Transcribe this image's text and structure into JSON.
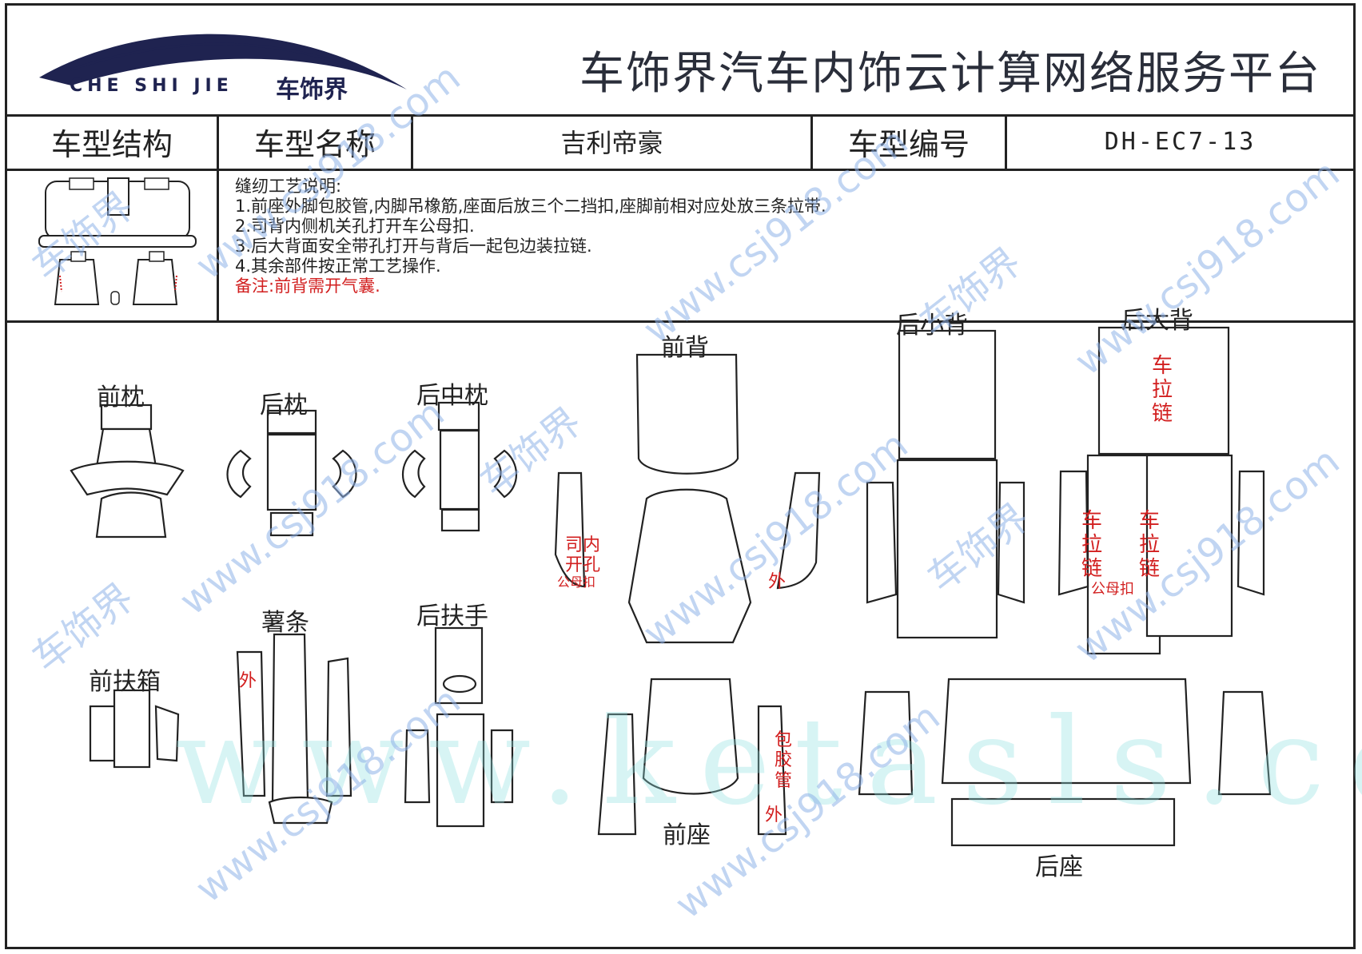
{
  "header": {
    "logo_en": "CHE SHI JIE",
    "logo_cn": "车饰界",
    "platform_title": "车饰界汽车内饰云计算网络服务平台"
  },
  "info": {
    "structure_label": "车型结构",
    "name_label": "车型名称",
    "name_value": "吉利帝豪",
    "code_label": "车型编号",
    "code_value": "DH-EC7-13"
  },
  "notes": {
    "title": "缝纫工艺说明:",
    "lines": [
      "1.前座外脚包胶管,内脚吊橡筋,座面后放三个二挡扣,座脚前相对应处放三条拉带.",
      "2.司背内侧机关孔打开车公母扣.",
      "3.后大背面安全带孔打开与背后一起包边装拉链.",
      "4.其余部件按正常工艺操作."
    ],
    "remark": "备注:前背需开气囊."
  },
  "pieces": {
    "front_headrest": "前枕",
    "rear_headrest": "后枕",
    "rear_middle_headrest": "后中枕",
    "front_back": "前背",
    "rear_small_back": "后小背",
    "rear_large_back": "后大背",
    "front_armbox": "前扶箱",
    "strip": "薯条",
    "rear_armrest": "后扶手",
    "front_seat": "前座",
    "rear_seat": "后座"
  },
  "annotations": {
    "driver_inner_hole": "司内\n开孔",
    "snap_button": "公母扣",
    "outer": "外",
    "car_zipper": "车\n拉\n链",
    "wrap_tube": "包\n胶\n管",
    "snap_button_rear": "公母扣"
  },
  "watermarks": {
    "site": "www.csj918.com",
    "brand": "车饰界",
    "big": "www.ketasls.com"
  },
  "colors": {
    "border": "#222222",
    "annotation_red": "#d21f1f",
    "logo_navy": "#1f2350",
    "watermark_blue": "#8fb3e8",
    "watermark_cyan": "#8fe0e0"
  }
}
